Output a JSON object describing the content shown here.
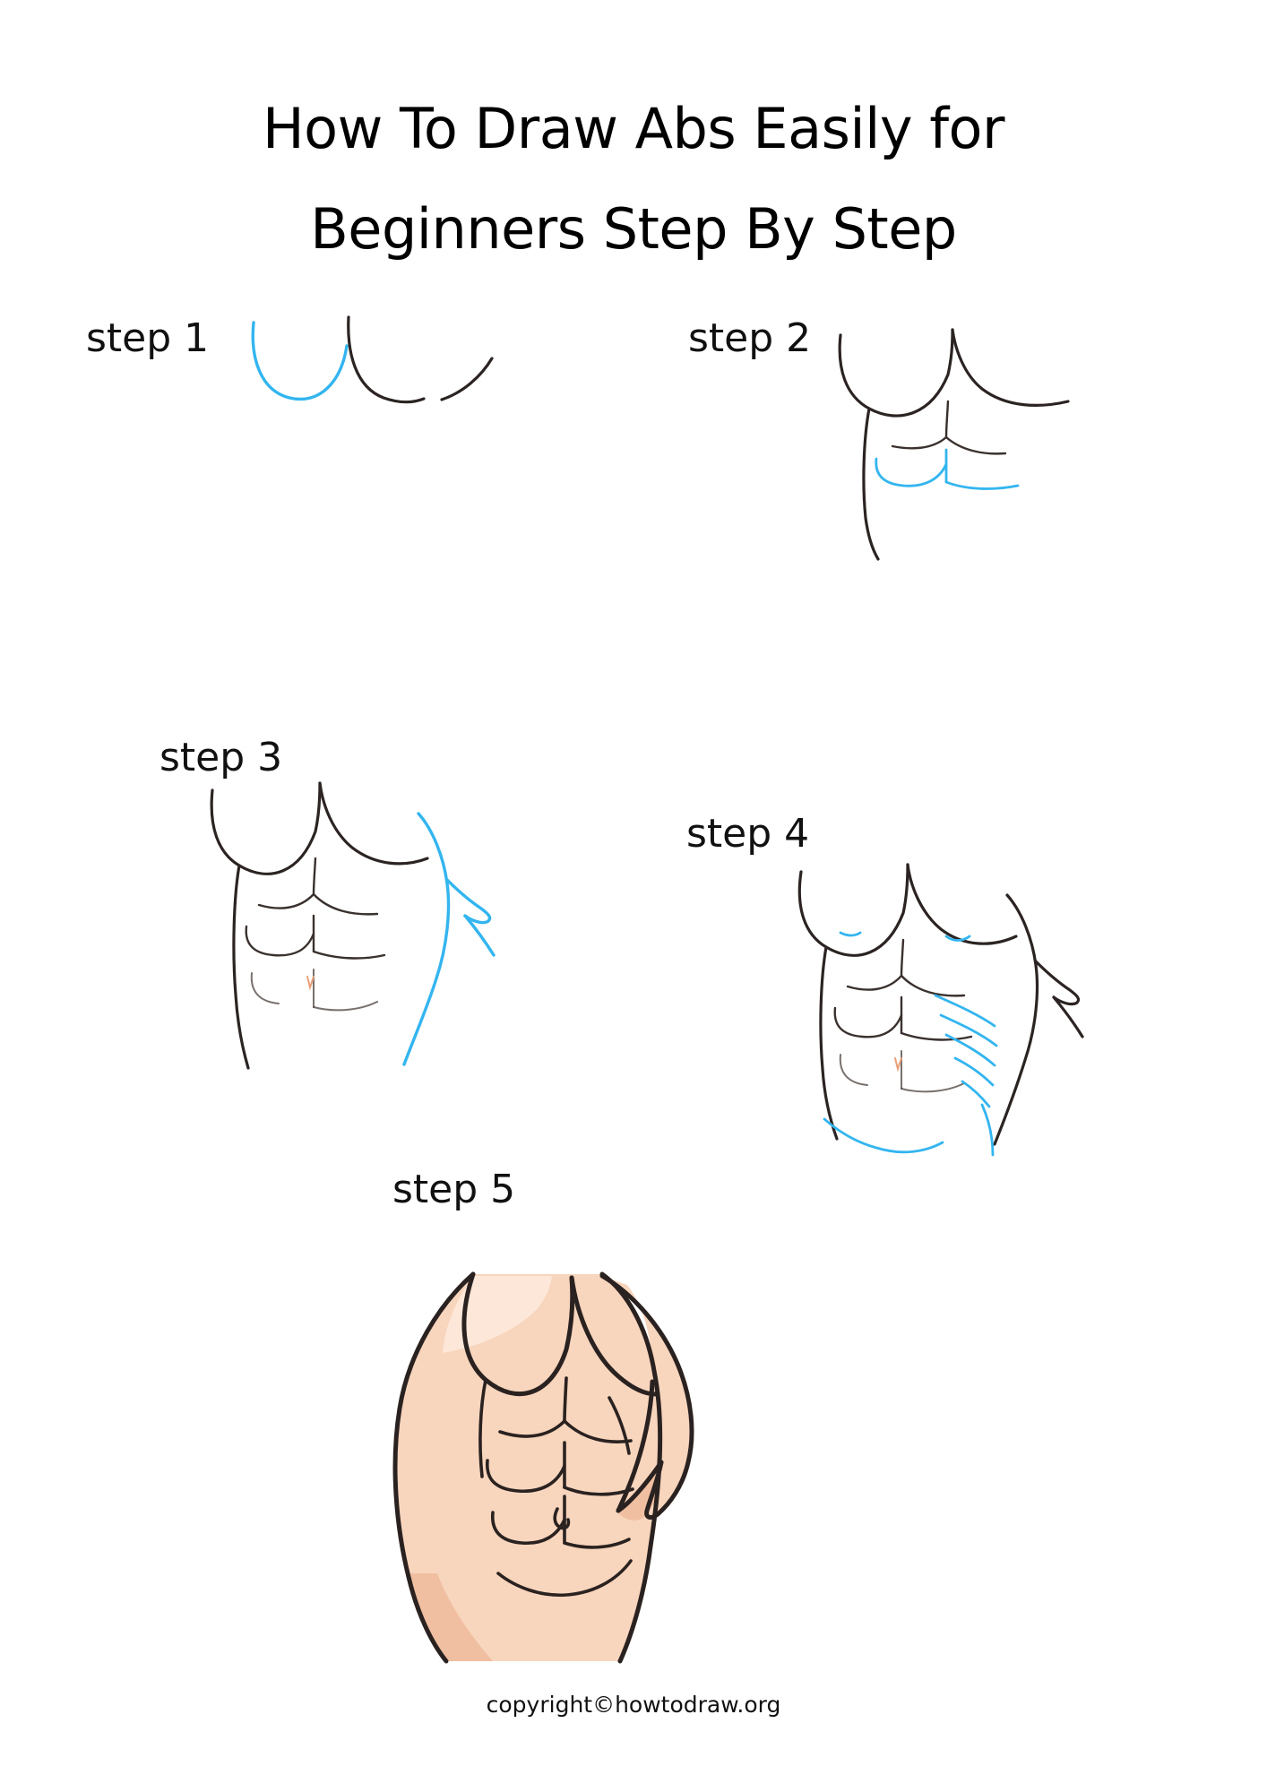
{
  "document": {
    "title_line1": "How To Draw Abs Easily for",
    "title_line2": "Beginners Step By Step",
    "copyright": "copyright©howtodraw.org",
    "background_color": "#ffffff",
    "ink_color": "#2b2422",
    "highlight_color": "#33b5ef",
    "skin_color": "#f8d5bd",
    "skin_shadow_color": "#f0bfa1"
  },
  "steps": [
    {
      "label": "step 1",
      "index": 1,
      "note": "two U-shaped pectoral curves, first in blue, plus a short arc to the right"
    },
    {
      "label": "step 2",
      "index": 2,
      "note": "chest outline completed in dark ink, first row of abs added in blue"
    },
    {
      "label": "step 3",
      "index": 3,
      "note": "more ab rows in dark ink, right arm and shoulder outline added in blue"
    },
    {
      "label": "step 4",
      "index": 4,
      "note": "oblique hatching, hip lines and nipples added in blue"
    },
    {
      "label": "step 5",
      "index": 5,
      "note": "finished torso filled with skin tone and full dark outline"
    }
  ]
}
